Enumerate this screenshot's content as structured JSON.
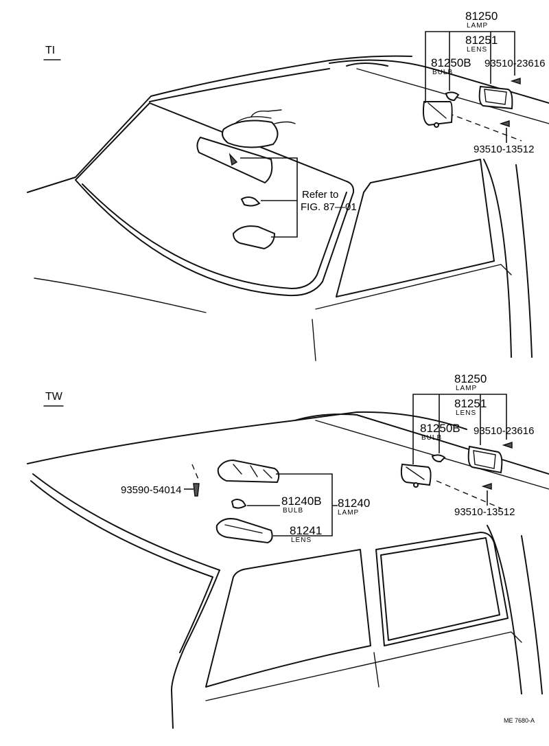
{
  "sections": {
    "ti": "TI",
    "tw": "TW"
  },
  "ti": {
    "lamp_no": "81250",
    "lamp_label": "LAMP",
    "lens_no": "81251",
    "lens_label": "LENS",
    "bulb_no": "81250B",
    "bulb_label": "BULB",
    "screw_a": "93510-23616",
    "screw_b": "93510-13512",
    "refer_line1": "Refer to",
    "refer_line2": "FIG. 87—01"
  },
  "tw": {
    "lamp_no": "81250",
    "lamp_label": "LAMP",
    "lens_no": "81251",
    "lens_label": "LENS",
    "bulb_no": "81250B",
    "bulb_label": "BULB",
    "screw_a": "93510-23616",
    "screw_b": "93510-13512",
    "bolt": "93590-54014",
    "front_bulb_no": "81240B",
    "front_bulb_label": "BULB",
    "front_lamp_no": "81240",
    "front_lamp_label": "LAMP",
    "front_lens_no": "81241",
    "front_lens_label": "LENS"
  },
  "footer": {
    "code": "ME 7680-A"
  }
}
